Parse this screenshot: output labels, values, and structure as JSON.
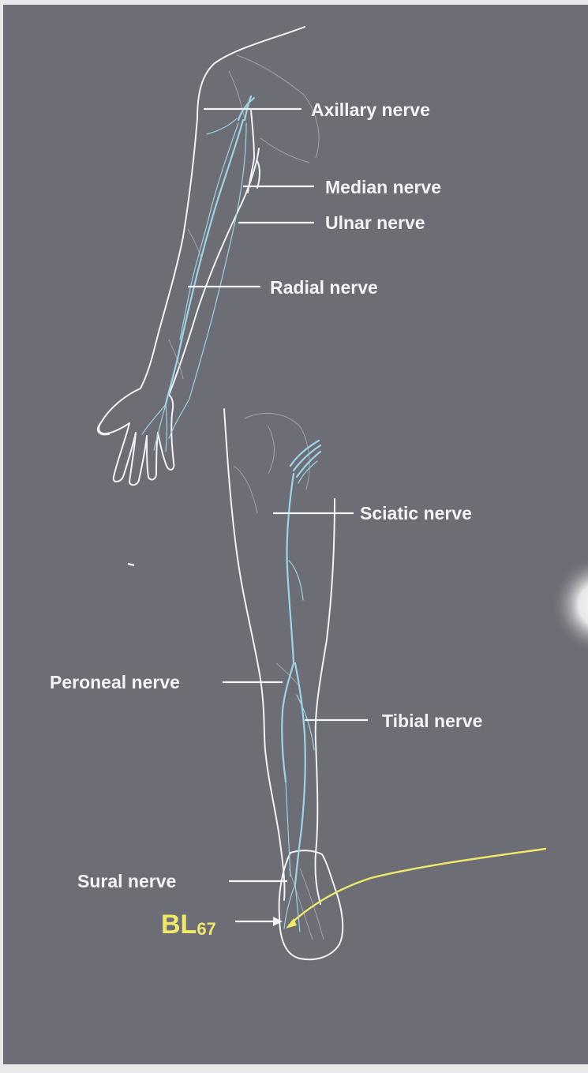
{
  "labels": {
    "axillary": "Axillary nerve",
    "median": "Median nerve",
    "ulnar": "Ulnar nerve",
    "radial": "Radial nerve",
    "sciatic": "Sciatic nerve",
    "peroneal": "Peroneal nerve",
    "tibial": "Tibial nerve",
    "sural": "Sural nerve"
  },
  "acupoint": {
    "prefix": "BL",
    "subscript": "67"
  },
  "colors": {
    "background": "#6c6d75",
    "outline": "#f2f2f4",
    "nerve": "#9fd3e6",
    "acupoint": "#efe86a"
  }
}
